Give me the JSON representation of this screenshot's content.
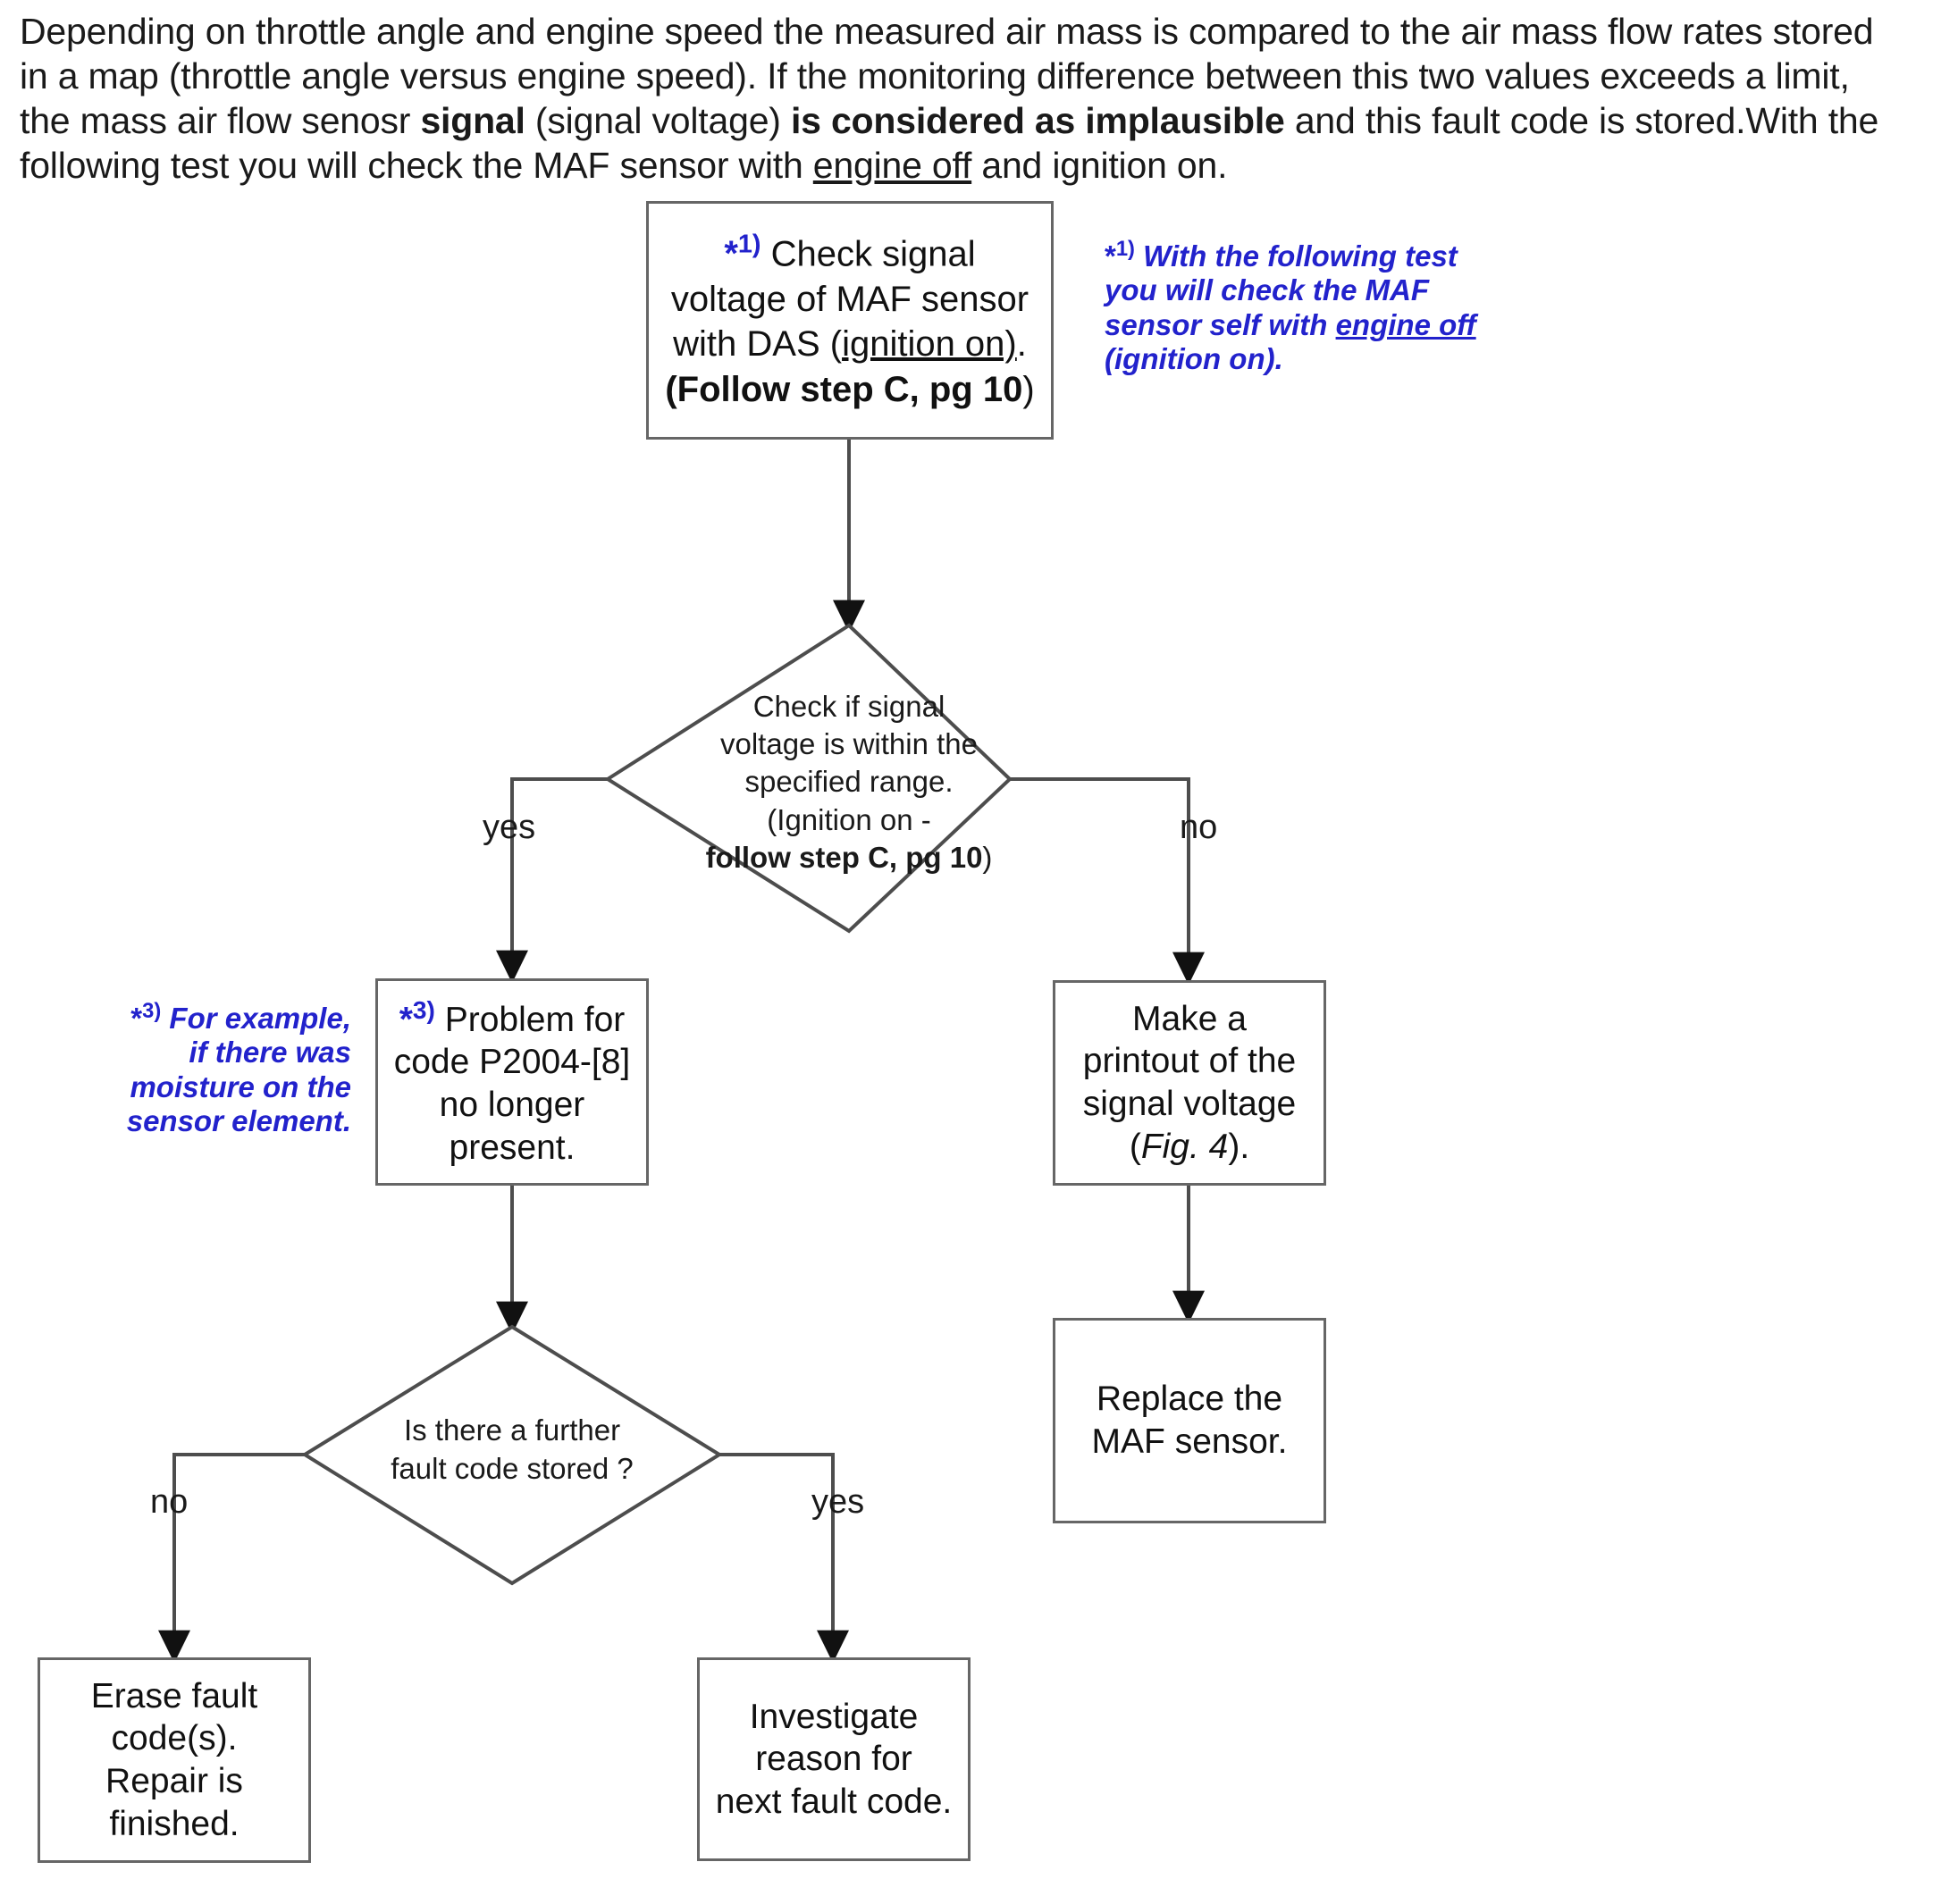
{
  "intro": {
    "line1": "Depending on throttle angle and engine speed the measured air mass is compared to the air mass flow rates stored",
    "line2_a": "in a map (throttle angle versus engine speed). If the monitoring difference between this two values exceeds a limit,",
    "line3_a": "the mass air flow senosr ",
    "line3_bold1": "signal",
    "line3_b": " (signal voltage) ",
    "line3_bold2": "is considered as implausible",
    "line3_c": " and this fault code is stored.With the",
    "line4_a": "following test you will check the  MAF sensor with ",
    "line4_underline": "engine off",
    "line4_b": " and ignition on."
  },
  "flow": {
    "start_box": {
      "marker": "*",
      "marker_sup": "1)",
      "line1": " Check signal",
      "line2": "voltage of  MAF sensor",
      "line3_a": "with DAS  (",
      "line3_u": "ignition on)",
      "line3_b": ".",
      "line4_bold": "(Follow step C, pg 10",
      "line4_tail": ")"
    },
    "decision1": {
      "line1": "Check if signal",
      "line2": "voltage is within the",
      "line3": "specified range.",
      "line4": "(Ignition on -",
      "line5_bold": "follow step C, pg 10",
      "line5_tail": ")"
    },
    "decision1_yes": "yes",
    "decision1_no": "no",
    "problem_box": {
      "marker": "*",
      "marker_sup": "3)",
      "line1": " Problem for",
      "line2": "code P2004-[8]",
      "line3": "no longer",
      "line4": "present."
    },
    "printout_box": {
      "line1": "Make a",
      "line2": "printout of the",
      "line3": "signal voltage",
      "line4_a": "(",
      "line4_italic": "Fig. 4",
      "line4_b": ")."
    },
    "replace_box": {
      "line1": "Replace the",
      "line2": "MAF sensor."
    },
    "decision2": {
      "line1": "Is there a further",
      "line2": "fault code stored ?"
    },
    "decision2_no": "no",
    "decision2_yes": "yes",
    "erase_box": {
      "line1": "Erase fault",
      "line2": "code(s).",
      "line3": "Repair is",
      "line4": "finished."
    },
    "investigate_box": {
      "line1": "Investigate",
      "line2": "reason for",
      "line3": "next fault code."
    }
  },
  "notes": {
    "note1": {
      "marker": "*",
      "marker_sup": "1)",
      "line1": " With the following test",
      "line2": "you will check the  MAF",
      "line3_a": "sensor self  with ",
      "line3_u": "engine off",
      "line4": "(ignition on)."
    },
    "note3": {
      "marker": "*",
      "marker_sup": "3)",
      "line1": " For example,",
      "line2": "if there was",
      "line3": "moisture on the",
      "line4": "sensor element."
    }
  },
  "colors": {
    "annotation_blue": "#2222cc",
    "box_border": "#666666",
    "connector": "#4d4d4d",
    "text": "#111111",
    "background": "#ffffff"
  }
}
